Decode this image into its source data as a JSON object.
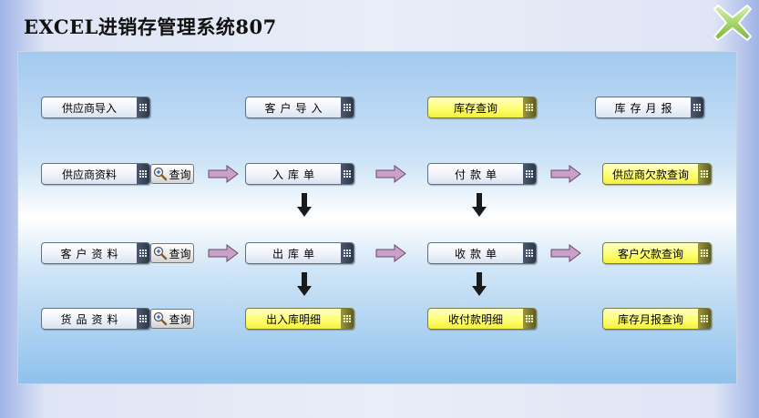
{
  "window": {
    "title": "EXCEL进销存管理系统807",
    "close_icon": "close-x-icon"
  },
  "buttons": {
    "supplier_import": "供应商导入",
    "customer_import": "客户导入",
    "inventory_query": "库存查询",
    "inventory_monthly_report": "库存月报",
    "supplier_data": "供应商资料",
    "stock_in_slip": "入库单",
    "payment_slip": "付款单",
    "supplier_arrears_query": "供应商欠款查询",
    "customer_data": "客户资料",
    "stock_out_slip": "出库单",
    "receipt_slip": "收款单",
    "customer_arrears_query": "客户欠款查询",
    "goods_data": "货品资料",
    "stock_in_out_detail": "出入库明细",
    "receipt_payment_detail": "收付款明细",
    "inventory_monthly_query": "库存月报查询"
  },
  "query_button": {
    "label": "查询",
    "icon": "zoom-in-magnifier-icon"
  },
  "colors": {
    "blue_button": "#f2f5fb",
    "yellow_button": "#ffff7a",
    "grip_dark": "#2c3646",
    "arrow_pink": "#c8a0c8",
    "arrow_dark": "#1a1a1a",
    "close_green": "#9ccc55"
  }
}
